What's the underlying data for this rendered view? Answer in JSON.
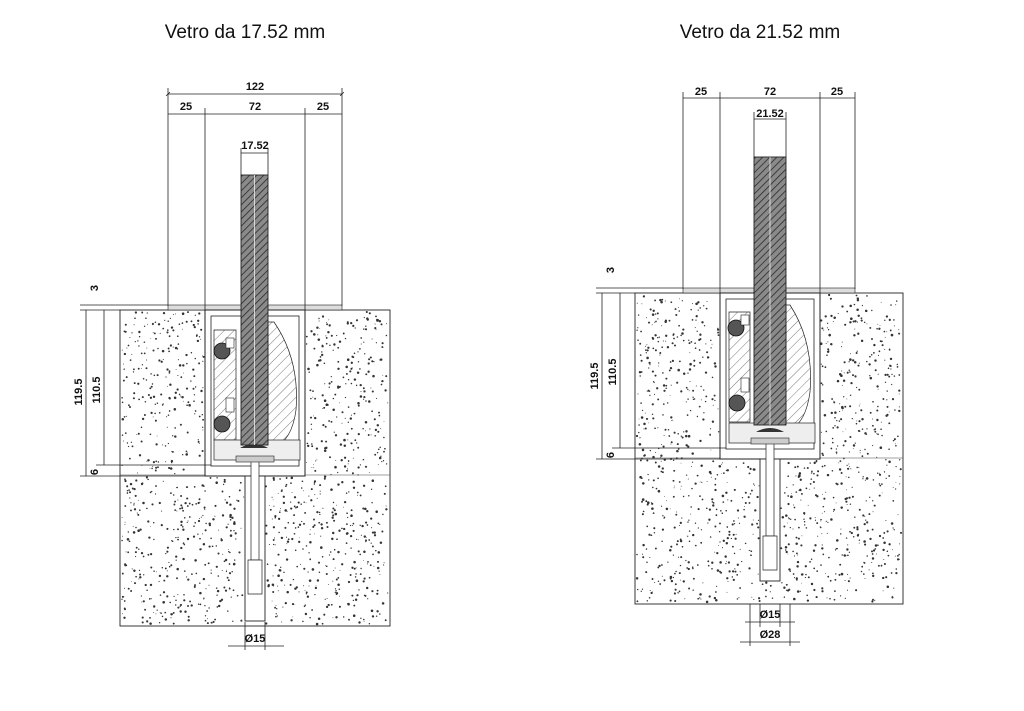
{
  "titles": {
    "left": "Vetro da 17.52 mm",
    "right": "Vetro da 21.52 mm"
  },
  "left_dims": {
    "total": "122",
    "side_l": "25",
    "center": "72",
    "side_r": "25",
    "glass": "17.52",
    "top_gap": "3",
    "depth_total": "119.5",
    "depth_profile": "110.5",
    "bottom_gap": "6",
    "anchor": "Ø15"
  },
  "right_dims": {
    "side_l": "25",
    "center": "72",
    "side_r": "25",
    "glass": "21.52",
    "top_gap": "3",
    "depth_total": "119.5",
    "depth_profile": "110.5",
    "bottom_gap": "6",
    "anchor": "Ø15",
    "hole": "Ø28"
  },
  "colors": {
    "line": "#222222",
    "concrete_dot": "#333333",
    "glass_fill": "#777777",
    "gasket": "#555555"
  }
}
